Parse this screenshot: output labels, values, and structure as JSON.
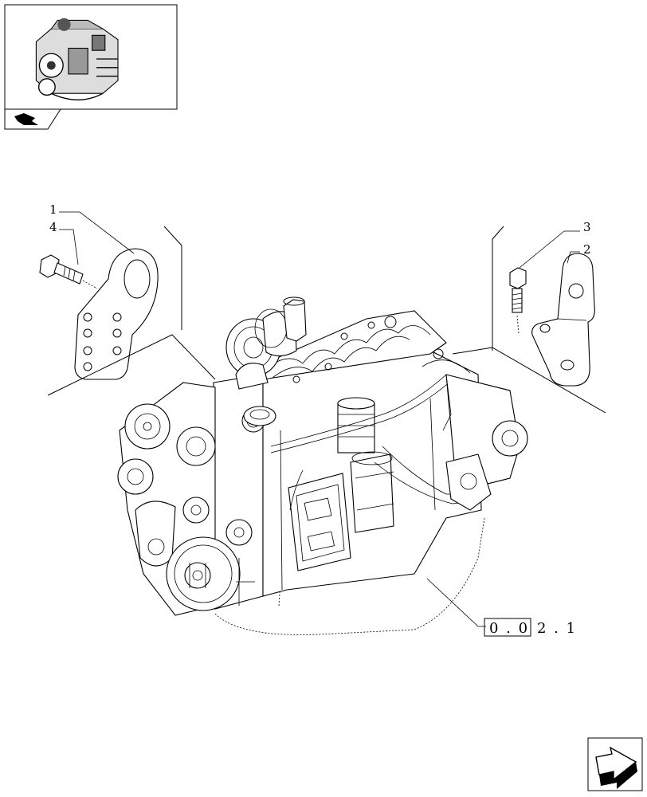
{
  "callouts": {
    "c1": "1",
    "c2": "2",
    "c3": "3",
    "c4": "4"
  },
  "reference": {
    "boxed": "0 . 0",
    "suffix": "2 . 1"
  },
  "icons": {
    "thumbnail": "engine-thumbnail-icon",
    "section_arrow": "section-arrow-icon",
    "next_page": "next-page-arrow-icon"
  }
}
